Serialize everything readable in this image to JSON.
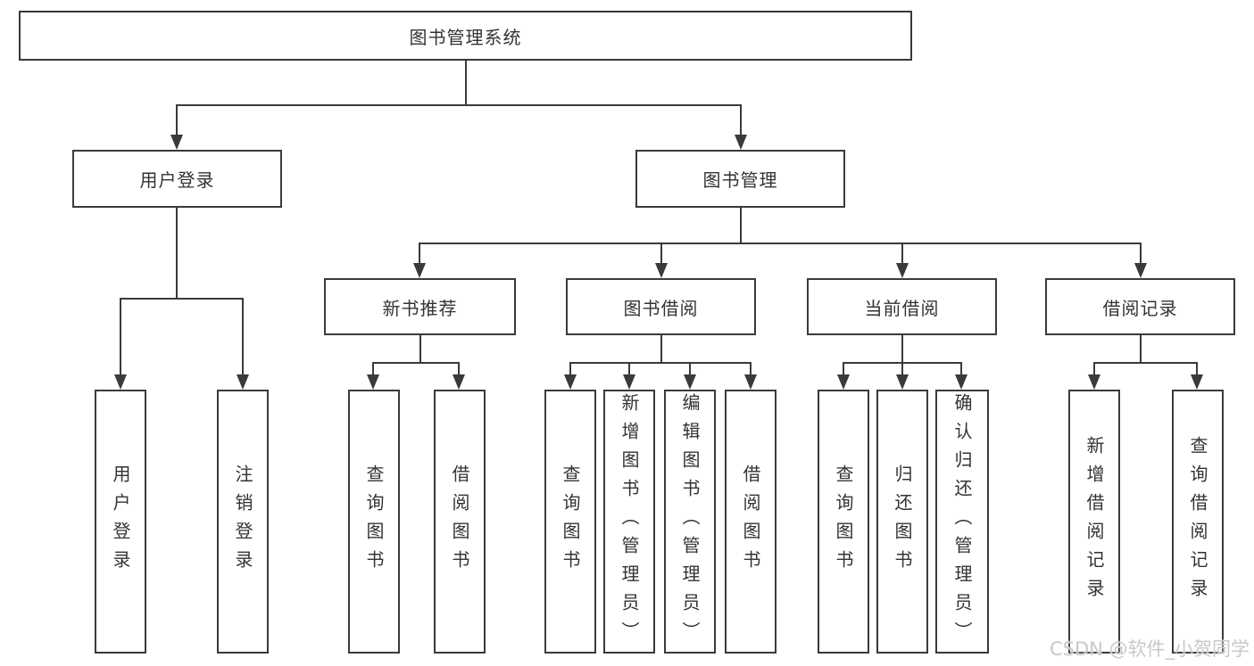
{
  "diagram": {
    "title": "图书管理系统",
    "level2": [
      {
        "label": "用户登录"
      },
      {
        "label": "图书管理"
      }
    ],
    "level3": [
      {
        "label": "新书推荐",
        "parent": "图书管理"
      },
      {
        "label": "图书借阅",
        "parent": "图书管理"
      },
      {
        "label": "当前借阅",
        "parent": "图书管理"
      },
      {
        "label": "借阅记录",
        "parent": "图书管理"
      }
    ],
    "leaves": [
      {
        "label": "用户登录",
        "parent": "用户登录"
      },
      {
        "label": "注销登录",
        "parent": "用户登录"
      },
      {
        "label": "查询图书",
        "parent": "新书推荐"
      },
      {
        "label": "借阅图书",
        "parent": "新书推荐"
      },
      {
        "label": "查询图书",
        "parent": "图书借阅"
      },
      {
        "label": "新增图书（管理员）",
        "parent": "图书借阅"
      },
      {
        "label": "编辑图书（管理员）",
        "parent": "图书借阅"
      },
      {
        "label": "借阅图书",
        "parent": "图书借阅"
      },
      {
        "label": "查询图书",
        "parent": "当前借阅"
      },
      {
        "label": "归还图书",
        "parent": "当前借阅"
      },
      {
        "label": "确认归还（管理员）",
        "parent": "当前借阅"
      },
      {
        "label": "新增借阅记录",
        "parent": "借阅记录"
      },
      {
        "label": "查询借阅记录",
        "parent": "借阅记录"
      }
    ]
  },
  "watermark": {
    "text": "CSDN @软件_小贺同学"
  },
  "colors": {
    "line": "#3a3a3a",
    "text": "#333333",
    "box_background": "#ffffff",
    "page_background": "#ffffff",
    "watermark": "#c8c8c8"
  }
}
